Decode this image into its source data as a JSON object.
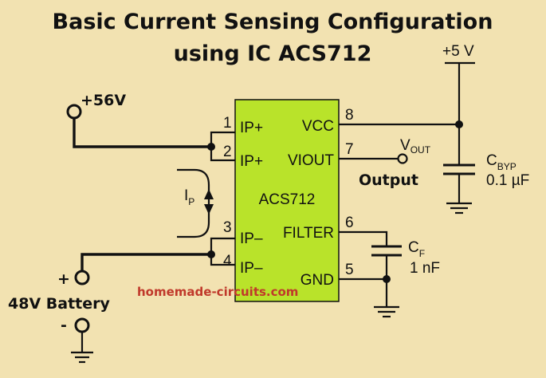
{
  "title": {
    "line1": "Basic Current Sensing Configuration",
    "line2": "using IC ACS712"
  },
  "chip": {
    "name": "ACS712",
    "color": "#b9e32a",
    "pins": {
      "p1": {
        "num": "1",
        "label": "IP+"
      },
      "p2": {
        "num": "2",
        "label": "IP+"
      },
      "p3": {
        "num": "3",
        "label": "IP–"
      },
      "p4": {
        "num": "4",
        "label": "IP–"
      },
      "p8": {
        "num": "8",
        "label": "VCC"
      },
      "p7": {
        "num": "7",
        "label": "VIOUT"
      },
      "p6": {
        "num": "6",
        "label": "FILTER"
      },
      "p5": {
        "num": "5",
        "label": "GND"
      }
    }
  },
  "supply": {
    "label": "+5 V"
  },
  "input": {
    "label": "+56V"
  },
  "battery": {
    "plus": "+",
    "label": "48V Battery",
    "minus": "-"
  },
  "current": {
    "main": "I",
    "sub": "P"
  },
  "output": {
    "v_main": "V",
    "v_sub": "OUT",
    "label": "Output"
  },
  "cbyp": {
    "main": "C",
    "sub": "BYP",
    "value": "0.1 µF"
  },
  "cf": {
    "main": "C",
    "sub": "F",
    "value": "1 nF"
  },
  "watermark": "homemade-circuits.com",
  "colors": {
    "background": "#f2e2b1",
    "ink": "#111111",
    "watermark": "#c0392b"
  }
}
